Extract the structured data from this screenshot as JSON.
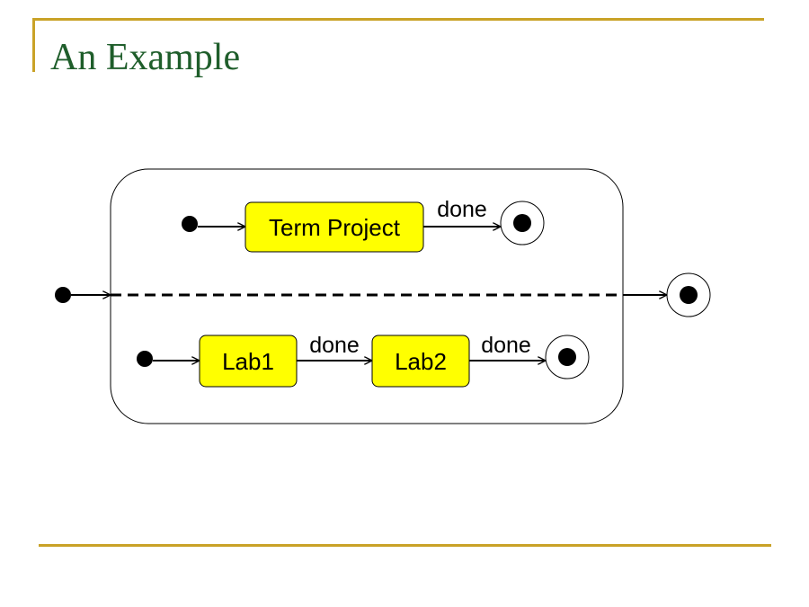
{
  "slide": {
    "title": "An Example",
    "accent_color": "#C9A227",
    "title_color": "#1F5E2B"
  },
  "diagram": {
    "state_fill": "#FFFF00",
    "regions": [
      {
        "states": [
          "Term Project"
        ],
        "transitions": [
          "done"
        ]
      },
      {
        "states": [
          "Lab1",
          "Lab2"
        ],
        "transitions": [
          "done",
          "done"
        ]
      }
    ]
  }
}
